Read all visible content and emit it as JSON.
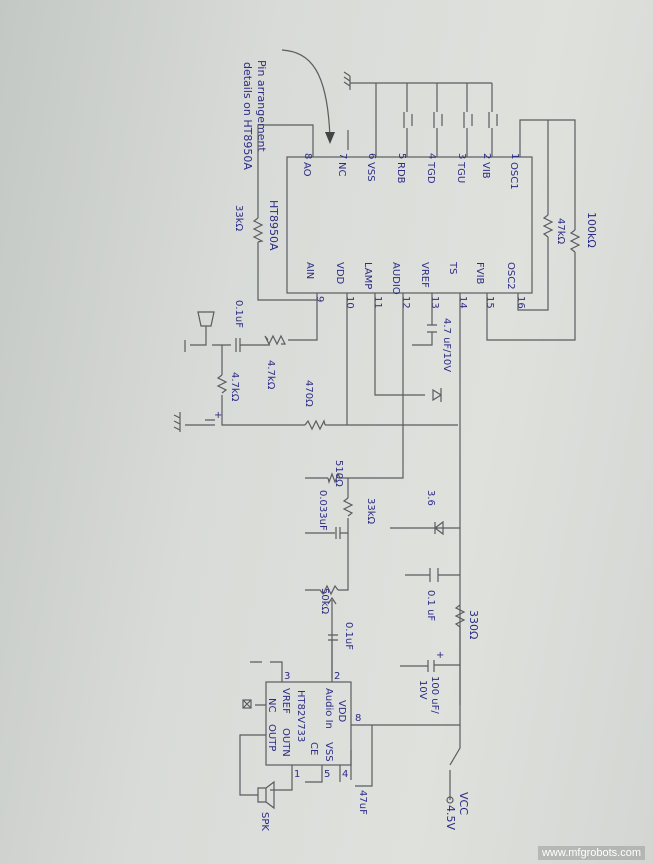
{
  "note": {
    "line1": "Pin arrangement",
    "line2": "details on HT8950A"
  },
  "ic1": {
    "name": "HT8950A",
    "top_pins": [
      {
        "num": "8",
        "label": "AO"
      },
      {
        "num": "7",
        "label": "NC"
      },
      {
        "num": "6",
        "label": "VSS"
      },
      {
        "num": "5",
        "label": "RDB"
      },
      {
        "num": "4",
        "label": "TGD"
      },
      {
        "num": "3",
        "label": "TGU"
      },
      {
        "num": "2",
        "label": "VIB"
      },
      {
        "num": "1",
        "label": "OSC1"
      }
    ],
    "bottom_pins": [
      {
        "num": "9",
        "label": "AIN"
      },
      {
        "num": "10",
        "label": "VDD"
      },
      {
        "num": "11",
        "label": "LAMP"
      },
      {
        "num": "12",
        "label": "AUDIO"
      },
      {
        "num": "13",
        "label": "VREF"
      },
      {
        "num": "14",
        "label": "TS"
      },
      {
        "num": "15",
        "label": "FVIB"
      },
      {
        "num": "16",
        "label": "OSC2"
      }
    ]
  },
  "ic2": {
    "name": "HT82V733",
    "pins": {
      "p2": "2",
      "p3": "3",
      "p8": "8",
      "p4": "4",
      "p5": "5",
      "p1": "1"
    },
    "labels": {
      "audio_in": "Audio In",
      "vref": "VREF",
      "nc": "NC",
      "outp": "OUTP",
      "outn": "OUTN",
      "vdd": "VDD",
      "vss": "VSS",
      "ce": "CE"
    }
  },
  "components": {
    "r_33k": "33kΩ",
    "r_100k": "100kΩ",
    "r_47k": "47kΩ",
    "c_mic": "0.1uF",
    "r_mic1": "4.7kΩ",
    "r_mic2": "4.7kΩ",
    "c_vref": "4.7 uF/10V",
    "r_470": "470Ω",
    "r_510": "510Ω",
    "c_033": "0.033uF",
    "r_33k2": "33kΩ",
    "zener": "3.6",
    "c_01": "0.1 uF",
    "r_50k": "50kΩ",
    "c_01b": "0.1uF",
    "r_330": "330Ω",
    "c_100": "100 uF/",
    "c_100v": "10V",
    "c_47": "47uF",
    "speaker": "SPK",
    "vcc": "VCC",
    "vcc_v": "4.5V",
    "plus": "+"
  },
  "watermark": "www.mfgrobots.com",
  "colors": {
    "ink": "#2c2c86",
    "wire": "#5a5c60",
    "paper": "#d8dbd7"
  }
}
